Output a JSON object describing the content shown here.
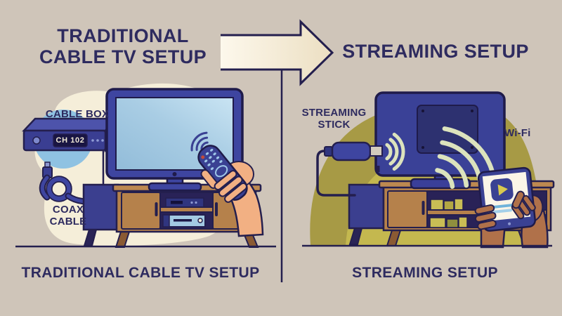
{
  "header": {
    "left_title": "TRADITIONAL\nCABLE TV SETUP",
    "right_title": "STREAMING SETUP"
  },
  "left_panel": {
    "caption": "TRADITIONAL CABLE TV SETUP",
    "labels": {
      "cable_box": "CABLE BOX",
      "coax_cable": "COAX\nCABLE",
      "channel_display": "CH 102"
    }
  },
  "right_panel": {
    "caption": "STREAMING SETUP",
    "labels": {
      "streaming_stick": "STREAMING\nSTICK",
      "wifi": "Wi-Fi"
    }
  },
  "colors": {
    "background": "#cfc5b9",
    "navy_text": "#2e2b5f",
    "outline": "#241f4e",
    "royal": "#3e45a0",
    "cream": "#f5eed9",
    "screen_blue": "#a9cde4",
    "circle_blue": "#8fc2e2",
    "wood_brown": "#b5814b",
    "olive_green": "#a79a45",
    "olive_light": "#c4b84f",
    "wifi_green": "#dce3bd",
    "skin_light": "#f2b083",
    "skin_dark": "#b0714a"
  }
}
